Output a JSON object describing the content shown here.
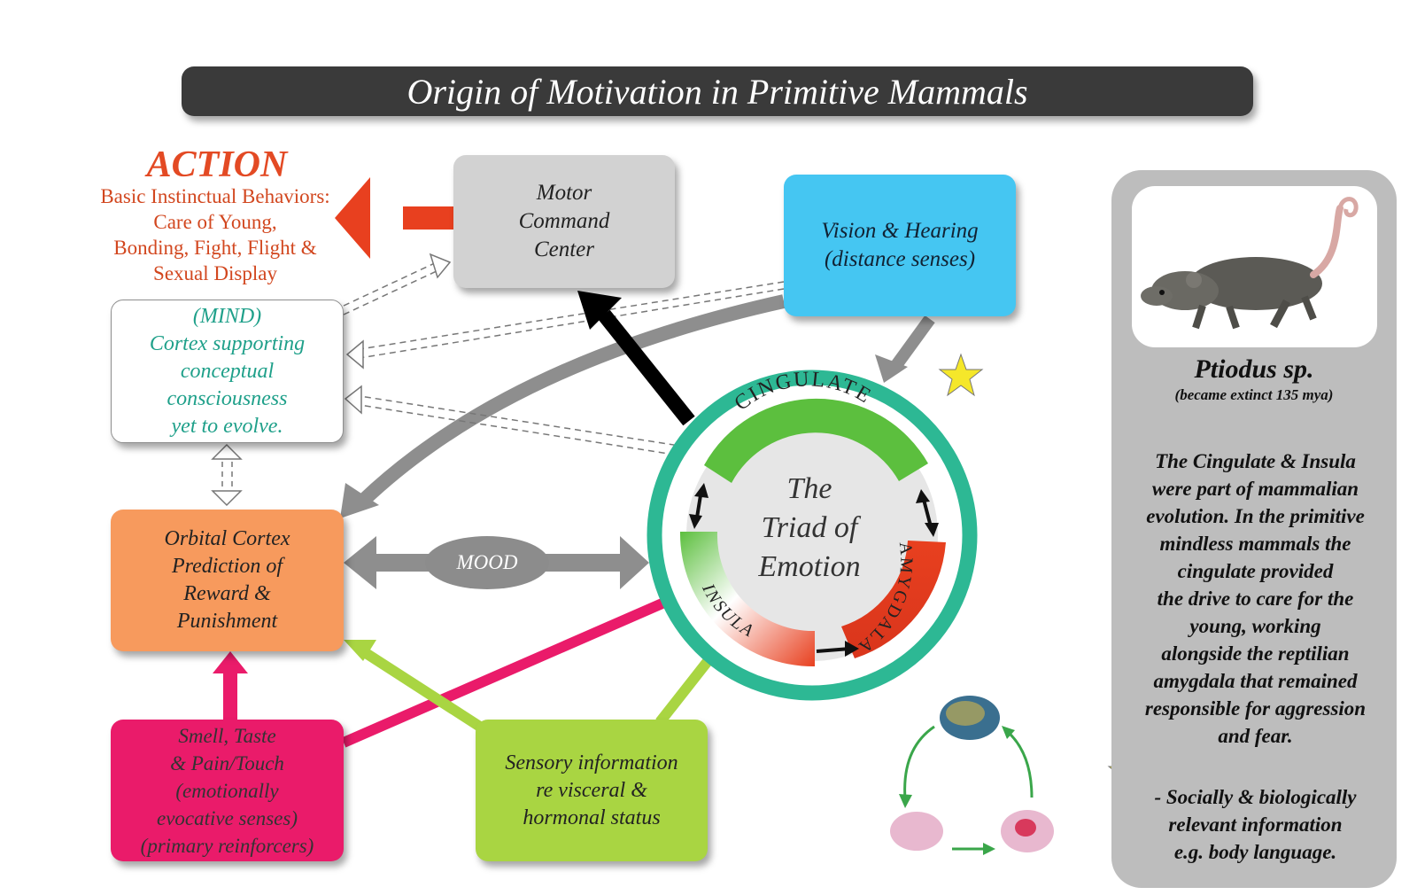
{
  "title": "Origin of Motivation in Primitive Mammals",
  "action": {
    "heading": "ACTION",
    "lines": [
      "Basic Instinctual Behaviors:",
      "Care of Young,",
      "Bonding, Fight, Flight &",
      "Sexual Display"
    ]
  },
  "motor": {
    "lines": [
      "Motor",
      "Command",
      "Center"
    ]
  },
  "vision": {
    "lines": [
      "Vision & Hearing",
      "(distance senses)"
    ]
  },
  "mind": {
    "lines": [
      "(MIND)",
      "Cortex supporting",
      "conceptual",
      "consciousness",
      "yet to evolve."
    ]
  },
  "orbital": {
    "lines": [
      "Orbital Cortex",
      "Prediction of",
      "Reward &",
      "Punishment"
    ]
  },
  "smell": {
    "lines": [
      "Smell, Taste",
      "& Pain/Touch",
      "(emotionally",
      "evocative senses)",
      "(primary reinforcers)"
    ]
  },
  "sensory": {
    "lines": [
      "Sensory information",
      "re visceral &",
      "hormonal status"
    ]
  },
  "mood": "MOOD",
  "triad": {
    "lines": [
      "The",
      "Triad of",
      "Emotion"
    ],
    "cingulate": "CINGULATE",
    "insula": "INSULA",
    "amygdala": "AMYGDALA"
  },
  "panel": {
    "species": "Ptiodus sp.",
    "extinct": "(became extinct 135 mya)",
    "description": [
      "The Cingulate & Insula",
      "were part of mammalian",
      "evolution. In the primitive",
      "mindless mammals the",
      "cingulate provided",
      "the drive to care for the",
      "young, working",
      "alongside the reptilian",
      "amygdala that remained",
      "responsible for aggression",
      "and fear."
    ],
    "note": [
      "- Socially & biologically",
      "relevant information",
      "e.g. body language."
    ]
  },
  "colors": {
    "title_bar": "#3a3a3a",
    "motor": "#d2d2d2",
    "vision": "#45c6f2",
    "orbital": "#f79a5d",
    "smell": "#ea1b6a",
    "sensory": "#a9d542",
    "ring": "#2db894",
    "cingulate": "#5cbf3e",
    "amygdala": "#e8401f",
    "action": "#e34a24",
    "mind_text": "#1fa08a",
    "star": "#f5e72a"
  },
  "icons": [
    "star-icon",
    "brain-cycle-icon",
    "ptiodus-illustration"
  ]
}
